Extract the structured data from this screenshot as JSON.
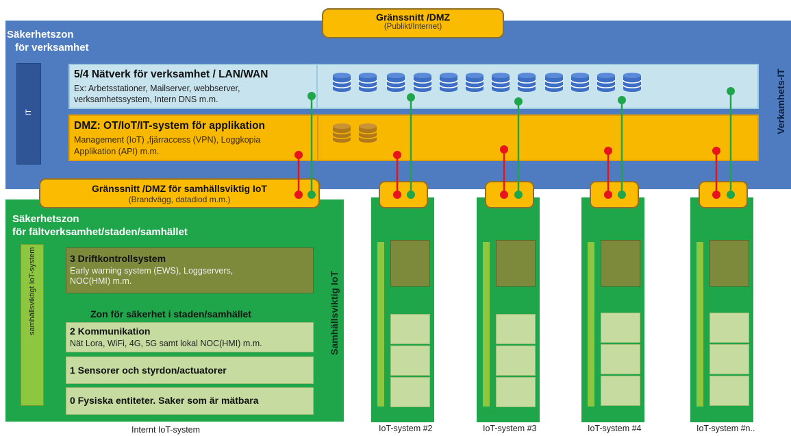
{
  "top_dmz": {
    "title": "Gränssnitt /DMZ",
    "subtitle": "(Publikt/Internet)"
  },
  "business_zone": {
    "title_line1": "Säkerhetszon",
    "title_line2": "för verksamhet",
    "side_label": "Verkamhets-IT",
    "it_label": "IT"
  },
  "lan": {
    "title": "5/4 Nätverk för verksamhet / LAN/WAN",
    "line1": "Ex: Arbetsstationer, Mailserver, webbserver,",
    "line2": "verksamhetssystem, Intern DNS m.m."
  },
  "dmz": {
    "title": "DMZ: OT/IoT/IT-system för applikation",
    "line1": "Management (IoT) ,fjärraccess (VPN), Loggkopia",
    "line2": "Applikation (API) m.m."
  },
  "iot_dmz": {
    "title": "Gränssnitt /DMZ för samhällsviktig IoT",
    "subtitle": "(Brandvägg, datadiod m.m.)"
  },
  "field_zone": {
    "title_line1": "Säkerhetszon",
    "title_line2": "för fältverksamhet/staden/samhället",
    "side_label": "Samhällsviktig IoT",
    "bar_label": "samhällsviktigt IoT-system"
  },
  "layers": {
    "l3_title": "3 Driftkontrollsystem",
    "l3_line1": "Early warning system (EWS), Loggservers,",
    "l3_line2": "NOC(HMI) m.m.",
    "zone_heading": "Zon för säkerhet i staden/samhället",
    "l2_title": "2 Kommunikation",
    "l2_line1": "Nät Lora, WiFi, 4G, 5G samt lokal NOC(HMI) m.m.",
    "l1_title": "1 Sensorer och styrdon/actuatorer",
    "l0_title": "0 Fysiska entiteter. Saker som är mätbara"
  },
  "captions": {
    "internal": "Internt IoT-system",
    "s2": "IoT-system #2",
    "s3": "IoT-system #3",
    "s4": "IoT-system #4",
    "sn": "IoT-system #n.."
  },
  "colors": {
    "blue_zone": "#4f7bc0",
    "lan": "#c6e3ee",
    "dmz": "#f8b800",
    "green": "#1fa64b",
    "red_dot": "#e8141c",
    "green_dot": "#1fa64b",
    "db_blue": "#3d6fc4",
    "db_gold": "#b07a1a"
  },
  "icons": {
    "db_count_lan": 12,
    "db_count_dmz": 2
  }
}
